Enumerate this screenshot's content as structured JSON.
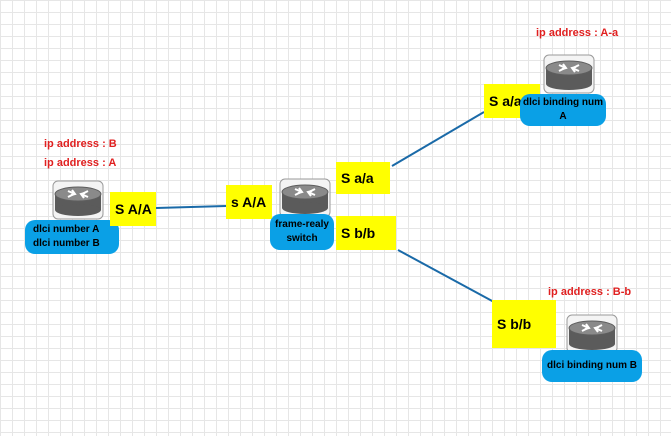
{
  "diagram": {
    "colors": {
      "link": "#1a6aa8",
      "label_bg": "#0aa0e6",
      "iface_bg": "#ffff00",
      "ip_text": "#e02020",
      "grid": "#e6e6e6"
    },
    "routers": {
      "router_a": {
        "icon": "router-icon",
        "label_lines": [
          "dlci number A",
          "dlci number B"
        ],
        "ip_lines": [
          "ip address : B",
          "ip address : A"
        ]
      },
      "frame_relay_switch": {
        "icon": "router-icon",
        "label_lines": [
          "frame-realy",
          "switch"
        ]
      },
      "router_top": {
        "icon": "router-icon",
        "label_lines": [
          "dlci binding num A"
        ],
        "ip_lines": [
          "ip address : A-a"
        ]
      },
      "router_bottom": {
        "icon": "router-icon",
        "label_lines": [
          "dlci binding num B"
        ],
        "ip_lines": [
          "ip address : B-b"
        ]
      }
    },
    "interfaces": {
      "router_a_serial": "S A/A",
      "switch_left_serial": "s A/A",
      "switch_top_serial": "S a/a",
      "switch_bottom_serial": "S b/b",
      "top_router_serial": "S a/a",
      "bottom_router_serial": "S b/b"
    }
  }
}
